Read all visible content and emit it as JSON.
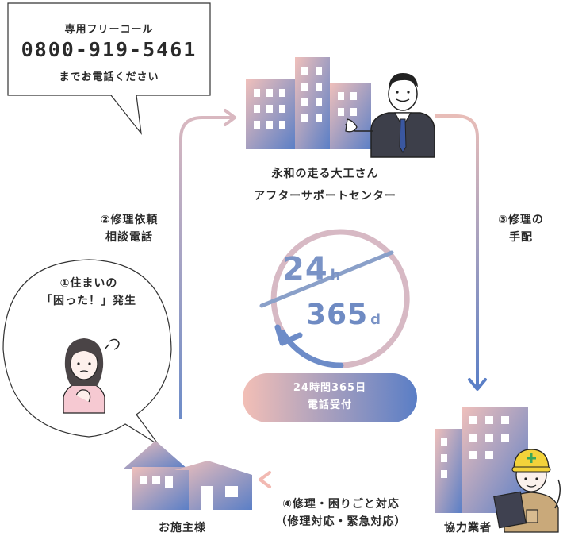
{
  "callout": {
    "line1": "専用フリーコール",
    "phone": "0800-919-5461",
    "line3": "までお電話ください"
  },
  "center_node": {
    "line1": "永和の走る大工さん",
    "line2": "アフターサポートセンター"
  },
  "steps": {
    "step1_line1": "①住まいの",
    "step1_line2": "「困った！」発生",
    "step2_line1": "②修理依頼",
    "step2_line2": "相談電話",
    "step3_line1": "③修理の",
    "step3_line2": "手配",
    "step4_line1": "④修理・困りごと対応",
    "step4_line2": "（修理対応・緊急対応）"
  },
  "nodes": {
    "owner": "お施主様",
    "contractor": "協力業者"
  },
  "badge": {
    "hours_value": "24",
    "hours_unit": "h",
    "days_value": "365",
    "days_unit": "d"
  },
  "button": {
    "line1": "24時間365日",
    "line2": "電話受付"
  },
  "colors": {
    "gradient_start": "#f2b9b2",
    "gradient_end": "#5b7fc6",
    "text": "#2a2a2a"
  }
}
